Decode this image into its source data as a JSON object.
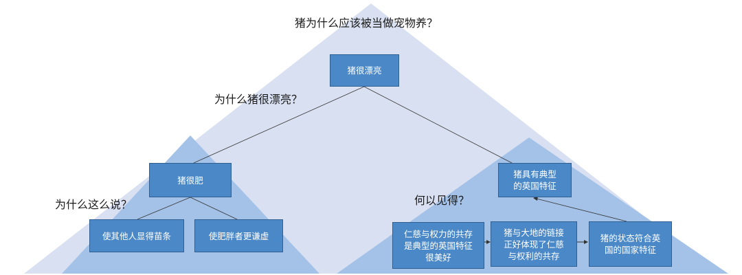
{
  "questions": {
    "main": "猪为什么应该被当做宠物养？",
    "why_pretty": "为什么猪很漂亮？",
    "why_say": "为什么这么说？",
    "how_see": "何以见得？"
  },
  "nodes": {
    "root": "猪很漂亮",
    "fat": "猪很肥",
    "others_slim": "使其他人显得苗条",
    "fat_humble": "使肥胖者更谦虚",
    "british": "猪具有典型\n的英国特征",
    "coexist": "仁慈与权力的共存\n是典型的英国特征\n很美好",
    "land": "猪与大地的链接\n正好体现了仁慈\n与权利的共存",
    "state": "猪的状态符合英\n国的国家特征"
  },
  "colors": {
    "outer_triangle": "#d8e0f1",
    "inner_triangle": "#a4c2e8",
    "box_fill": "#4a88c7",
    "box_border": "#2f5f91",
    "line": "#333333"
  }
}
